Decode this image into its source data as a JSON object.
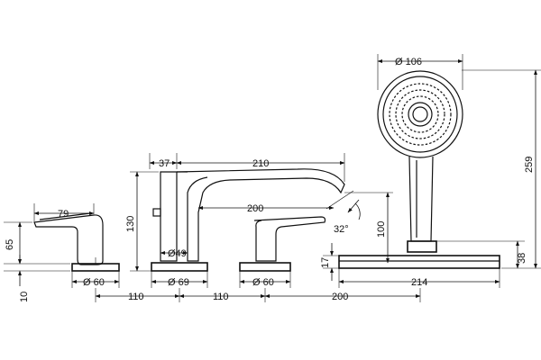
{
  "labels": {
    "d106": "Ø 106",
    "h259": "259",
    "w37": "37",
    "w210": "210",
    "w79": "79",
    "h130": "130",
    "w200a": "200",
    "h65": "65",
    "d49": "Ø49",
    "a32": "32°",
    "h100": "100",
    "h17": "17",
    "h38": "38",
    "h10": "10",
    "d60a": "Ø 60",
    "d69": "Ø 69",
    "d60b": "Ø 60",
    "w214": "214",
    "w110a": "110",
    "w110b": "110",
    "w200b": "200"
  },
  "colors": {
    "line": "#111111",
    "background": "#ffffff"
  }
}
